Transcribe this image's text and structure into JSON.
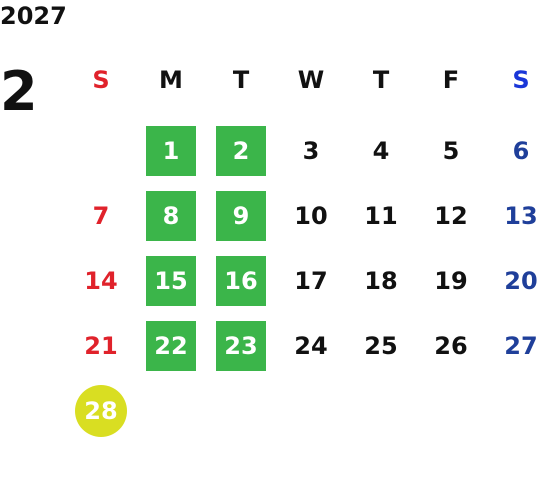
{
  "calendar": {
    "year": "2027",
    "month": "2",
    "weekdays": [
      "S",
      "M",
      "T",
      "W",
      "T",
      "F",
      "S"
    ],
    "weeks": [
      [
        "",
        "1",
        "2",
        "3",
        "4",
        "5",
        "6"
      ],
      [
        "7",
        "8",
        "9",
        "10",
        "11",
        "12",
        "13"
      ],
      [
        "14",
        "15",
        "16",
        "17",
        "18",
        "19",
        "20"
      ],
      [
        "21",
        "22",
        "23",
        "24",
        "25",
        "26",
        "27"
      ],
      [
        "28",
        "",
        "",
        "",
        "",
        "",
        ""
      ]
    ],
    "highlighted_green_days": [
      "1",
      "2",
      "8",
      "9",
      "15",
      "16",
      "22",
      "23"
    ],
    "highlighted_yellow_days": [
      "28"
    ]
  },
  "colors": {
    "sunday_red": "#e0222b",
    "saturday_header_blue": "#1a36d8",
    "saturday_blue": "#1f3f9a",
    "green_highlight": "#3bb54a",
    "yellow_highlight": "#d9de22"
  }
}
